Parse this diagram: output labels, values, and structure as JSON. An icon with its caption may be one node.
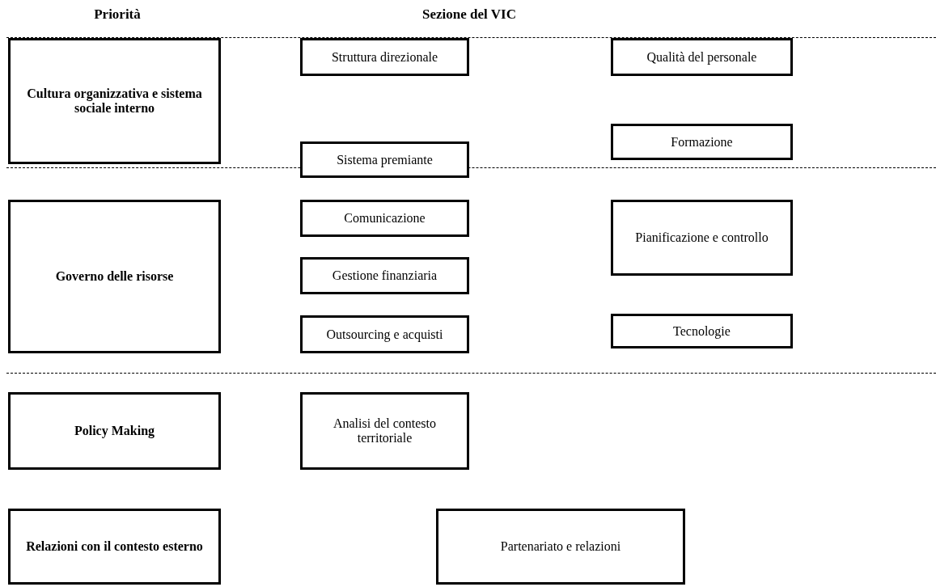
{
  "diagram": {
    "nodes": [
      {
        "text": [
          "Cultura organizzativa e sistema sociale interno"
        ]
      },
      {
        "text": [
          "Struttura direzionale"
        ]
      },
      {
        "text": [
          "Qualità del personale"
        ]
      },
      {
        "text": [
          "Sistema premiante"
        ]
      },
      {
        "text": [
          "Formazione"
        ]
      },
      {
        "text": [
          "Governo delle risorse"
        ]
      },
      {
        "text": [
          "Comunicazione"
        ]
      },
      {
        "text": [
          "Pianificazione e controllo"
        ]
      },
      {
        "text": [
          "Gestione finanziaria"
        ]
      },
      {
        "text": [
          "Tecnologie"
        ]
      },
      {
        "text": [
          "Outsourcing e acquisti"
        ]
      },
      {
        "text": [
          "Policy Making"
        ]
      },
      {
        "text": [
          "Analisi del contesto territoriale"
        ]
      },
      {
        "text": [
          "Relazioni con il contesto esterno"
        ]
      },
      {
        "text": [
          "Partenariato e relazioni"
        ]
      }
    ],
    "edges": [],
    "labels": [
      "Priorità",
      "Sezione del VIC"
    ]
  }
}
